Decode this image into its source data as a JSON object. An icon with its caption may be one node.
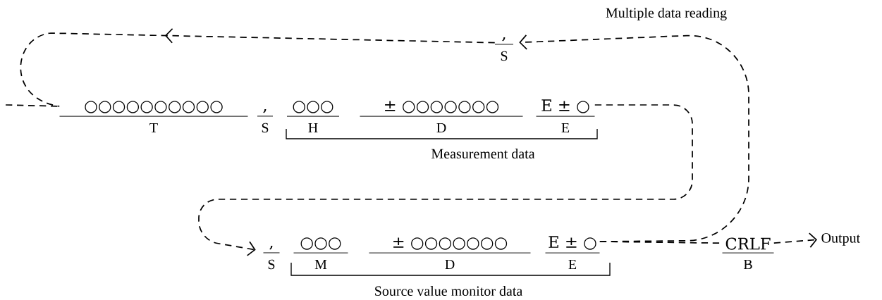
{
  "diagram": {
    "nodes": [
      {
        "text": [
          "○○○○○○○○○○",
          "T"
        ]
      },
      {
        "text": [
          ",",
          "S"
        ]
      },
      {
        "text": [
          "○○○",
          "H"
        ]
      },
      {
        "text": [
          "± ○○○○○○○",
          "D"
        ]
      },
      {
        "text": [
          "E ± ○",
          "E"
        ]
      },
      {
        "text": [
          ",",
          "S"
        ]
      },
      {
        "text": [
          "○○○",
          "M"
        ]
      },
      {
        "text": [
          "± ○○○○○○○",
          "D"
        ]
      },
      {
        "text": [
          "E ± ○",
          "E"
        ]
      },
      {
        "text": [
          "CRLF",
          "B"
        ]
      },
      {
        "text": [
          "Output"
        ]
      },
      {
        "text": [
          ",",
          "S"
        ]
      }
    ],
    "edges": [
      {
        "from": null,
        "to": 0,
        "arrow": "none"
      },
      {
        "from": 4,
        "to": 5,
        "arrow": "to"
      },
      {
        "from": 8,
        "to": 11,
        "arrow": "to"
      },
      {
        "from": 8,
        "to": 9,
        "arrow": "none"
      },
      {
        "from": 9,
        "to": 10,
        "arrow": "to"
      },
      {
        "from": 11,
        "to": 0,
        "arrow": "to"
      }
    ],
    "labels": [
      "Multiple data reading",
      "Measurement data",
      "Source value monitor data"
    ]
  }
}
